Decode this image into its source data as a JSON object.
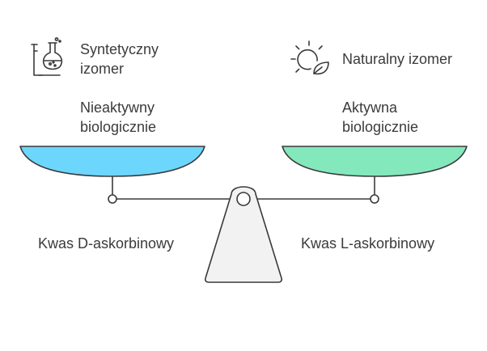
{
  "left": {
    "icon": "flask-test-tube-icon",
    "type_label": "Syntetyczny\nizomer",
    "activity_label": "Nieaktywny\nbiologicznie",
    "compound_label": "Kwas D-askorbinowy",
    "pan_color": "#6dd6fc"
  },
  "right": {
    "icon": "sun-leaf-icon",
    "type_label": "Naturalny izomer",
    "activity_label": "Aktywna\nbiologicznie",
    "compound_label": "Kwas L-askorbinowy",
    "pan_color": "#84e8bd"
  },
  "colors": {
    "outline": "#3a3a3a",
    "fulcrum": "#f2f2f2"
  }
}
